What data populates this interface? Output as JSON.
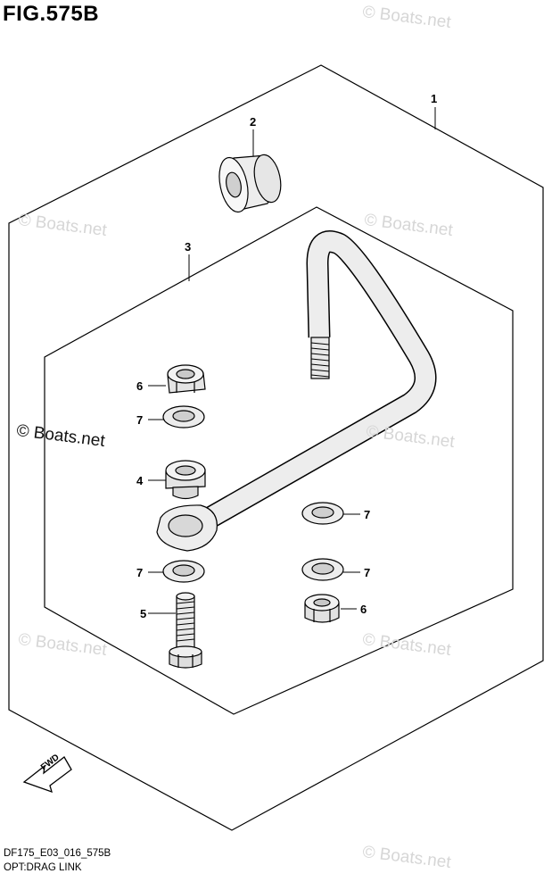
{
  "figure": {
    "title": "FIG.575B",
    "code": "DF175_E03_016_575B",
    "caption": "OPT:DRAG LINK"
  },
  "callouts": {
    "c1": "1",
    "c2": "2",
    "c3": "3",
    "c4": "4",
    "c5": "5",
    "c6a": "6",
    "c6b": "6",
    "c7a": "7",
    "c7b": "7",
    "c7c": "7",
    "c7d": "7"
  },
  "fwd_label": "FWD",
  "watermark": "© Boats.net"
}
